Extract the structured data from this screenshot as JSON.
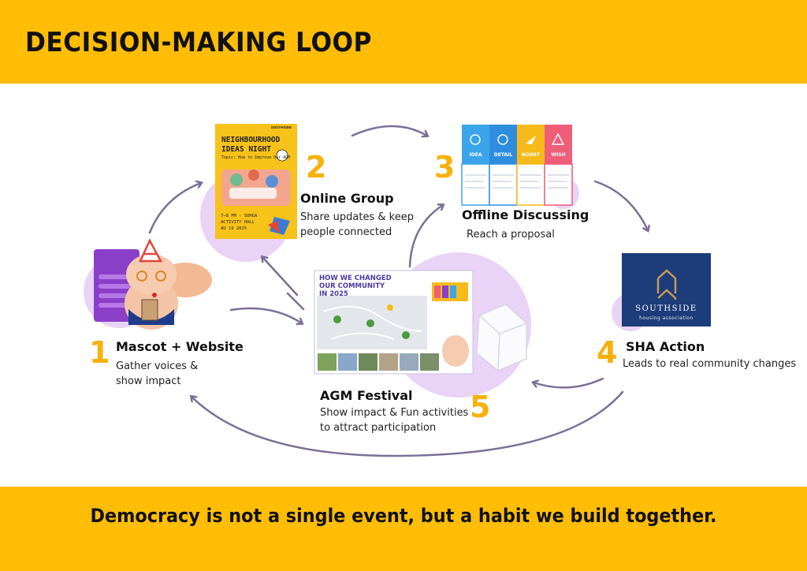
{
  "header": {
    "title": "DECISION-MAKING LOOP"
  },
  "steps": [
    {
      "number": "1",
      "title": "Mascot + Website",
      "description": [
        "Gather voices &",
        "show impact"
      ]
    },
    {
      "number": "2",
      "title": "Online Group",
      "description": [
        "Share updates & keep",
        "people connected"
      ]
    },
    {
      "number": "3",
      "title": "Offline Discussing",
      "description": [
        "Reach a proposal"
      ]
    },
    {
      "number": "4",
      "title": "SHA Action",
      "description": [
        "Leads to real community changes"
      ]
    },
    {
      "number": "5",
      "title": "AGM Festival",
      "description": [
        "Show impact & Fun activities",
        "to attract participation"
      ]
    }
  ],
  "poster": {
    "brand": "SOUTHSIDE",
    "title_lines": [
      "NEIGHBOURHOOD",
      "IDEAS NIGHT"
    ],
    "topic": "Topic: How to Improve Our AGM",
    "details": [
      "7–8 PM · SOHGA",
      "ACTIVITY HALL",
      "AU 19 2025"
    ]
  },
  "cards": {
    "labels": [
      "IDEA",
      "DETAIL",
      "BOOST",
      "WISH"
    ]
  },
  "agm_poster": {
    "title_lines": [
      "HOW WE CHANGED",
      "OUR COMMUNITY",
      "IN 2025"
    ]
  },
  "sha_logo": {
    "name": "SOUTHSIDE",
    "subtitle": "housing association"
  },
  "footer": {
    "tagline": "Democracy is not a single event, but a habit we build together."
  },
  "colors": {
    "accent": "#ffbd06",
    "number": "#f6b20b",
    "arrow": "#7b6f96",
    "blob": "#e9d3f6",
    "sha_navy": "#1c3d7a"
  }
}
